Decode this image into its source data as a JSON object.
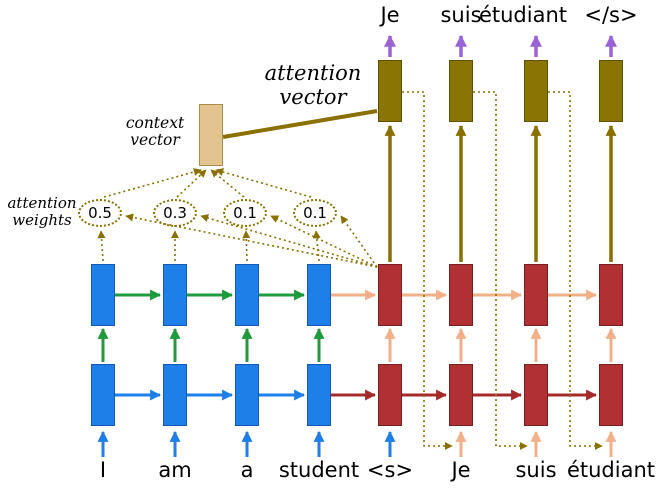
{
  "diagram": {
    "output_words": [
      "Je",
      "suis",
      "étudiant",
      "</s>"
    ],
    "input_words": [
      "I",
      "am",
      "a",
      "student",
      "<s>",
      "Je",
      "suis",
      "étudiant"
    ],
    "attention_weights": [
      "0.5",
      "0.3",
      "0.1",
      "0.1"
    ],
    "labels": {
      "attention_vector": [
        "attention",
        "vector"
      ],
      "context_vector": [
        "context",
        "vector"
      ],
      "attention_weights": [
        "attention",
        "weights"
      ]
    },
    "colors": {
      "encoder_cell": "#1f7fe8",
      "decoder_cell": "#b03033",
      "attention_vector_cell": "#8a7403",
      "context_vector_cell": "#e3c48f",
      "encoder_bottom_arrows": "#1f7fe8",
      "encoder_top_arrows": "#1f9a3d",
      "decoder_bottom_arrows": "#a52a2a",
      "decoder_top_arrows": "#f2b089",
      "attention_arrows": "#8a7000",
      "output_arrows": "#9a63d8"
    }
  }
}
